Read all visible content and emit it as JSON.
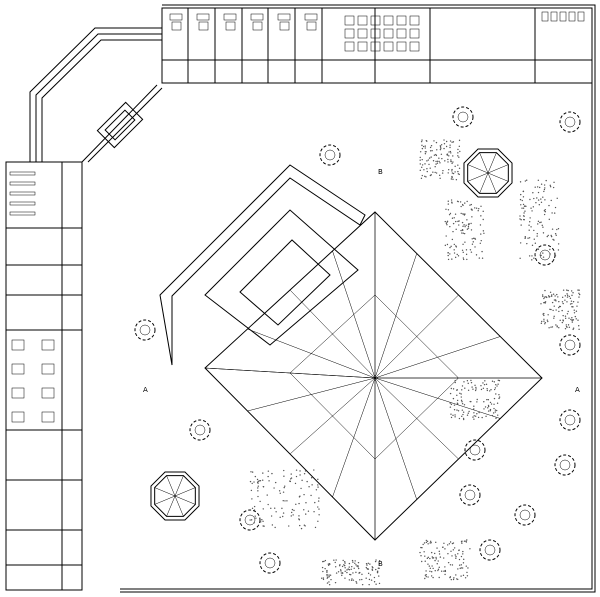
{
  "title": "Site floor plan",
  "section_marks": {
    "a_left": "A",
    "a_right": "A",
    "b_top": "B",
    "b_bottom": "B"
  },
  "colors": {
    "line": "#000000",
    "background": "#ffffff",
    "shrub": "#555555"
  }
}
